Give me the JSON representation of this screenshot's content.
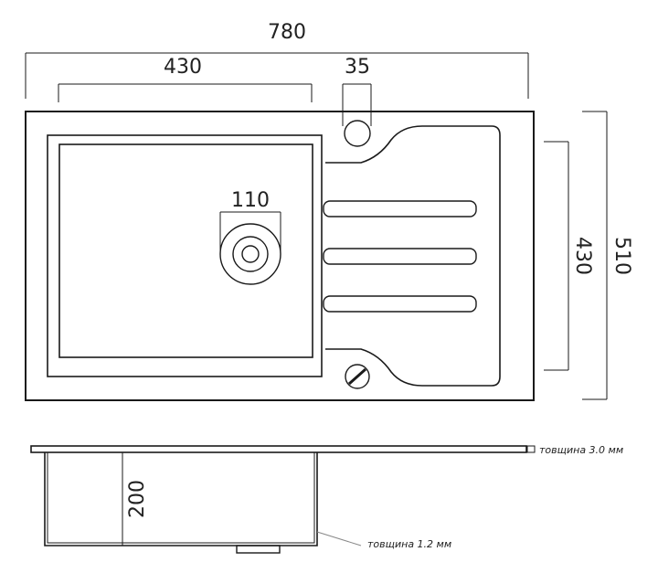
{
  "dimensions": {
    "overall_width": "780",
    "bowl_width": "430",
    "tap_hole": "35",
    "drain_diameter": "110",
    "bowl_length": "430",
    "overall_length": "510",
    "bowl_depth": "200"
  },
  "notes": {
    "top_thickness": "товщина 3.0 мм",
    "bowl_thickness": "товщина 1.2 мм"
  },
  "colors": {
    "line": "#1a1a1a",
    "text": "#222222",
    "background": "#ffffff"
  }
}
